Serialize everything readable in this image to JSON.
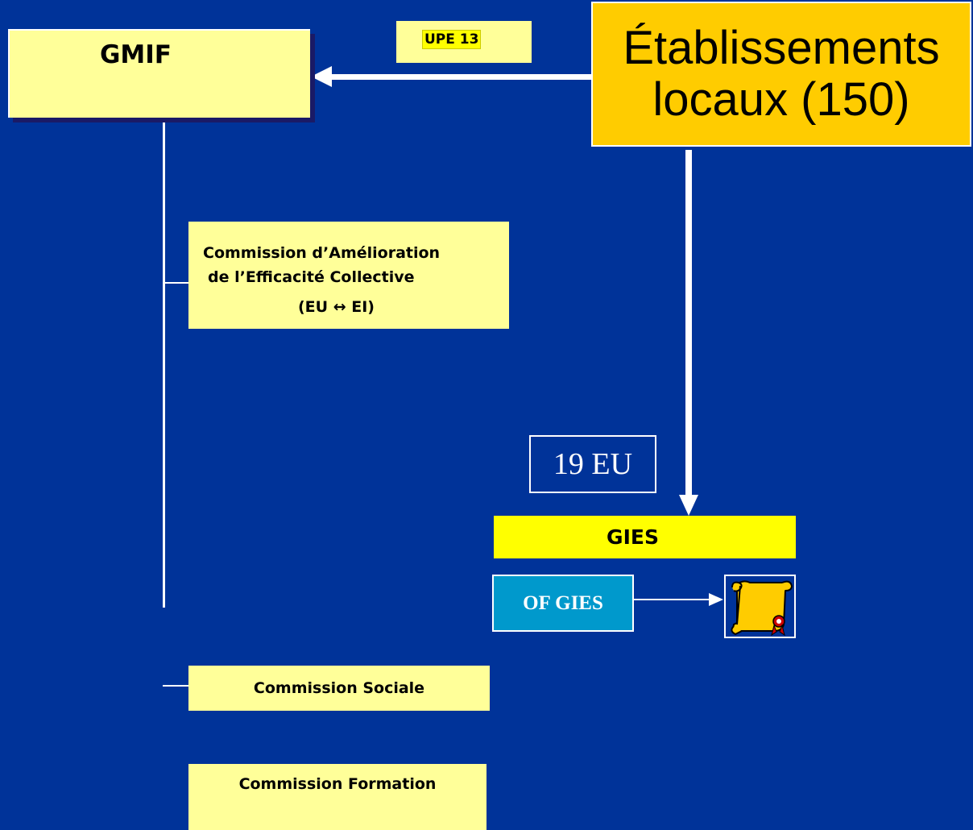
{
  "gmif": {
    "label": "GMIF"
  },
  "upe": {
    "label": "UPE 13"
  },
  "etablissements": {
    "line1": "Établissements",
    "line2": "locaux (150)"
  },
  "commission_amelioration": {
    "line1": "Commission d’Amélioration",
    "line2": "de l’Efficacité Collective",
    "line3": "(EU ↔ EI)"
  },
  "commission_sociale": {
    "label": "Commission Sociale"
  },
  "commission_formation": {
    "label": "Commission Formation"
  },
  "eu_count": {
    "label": "19 EU"
  },
  "gies": {
    "label": "GIES"
  },
  "of_gies": {
    "label": "OF GIES"
  },
  "icons": {
    "certificate": "scroll-certificate-icon"
  },
  "colors": {
    "background": "#003399",
    "pale_yellow": "#ffff99",
    "gold": "#ffcc00",
    "yellow": "#ffff00",
    "blue_box": "#0099cc"
  }
}
